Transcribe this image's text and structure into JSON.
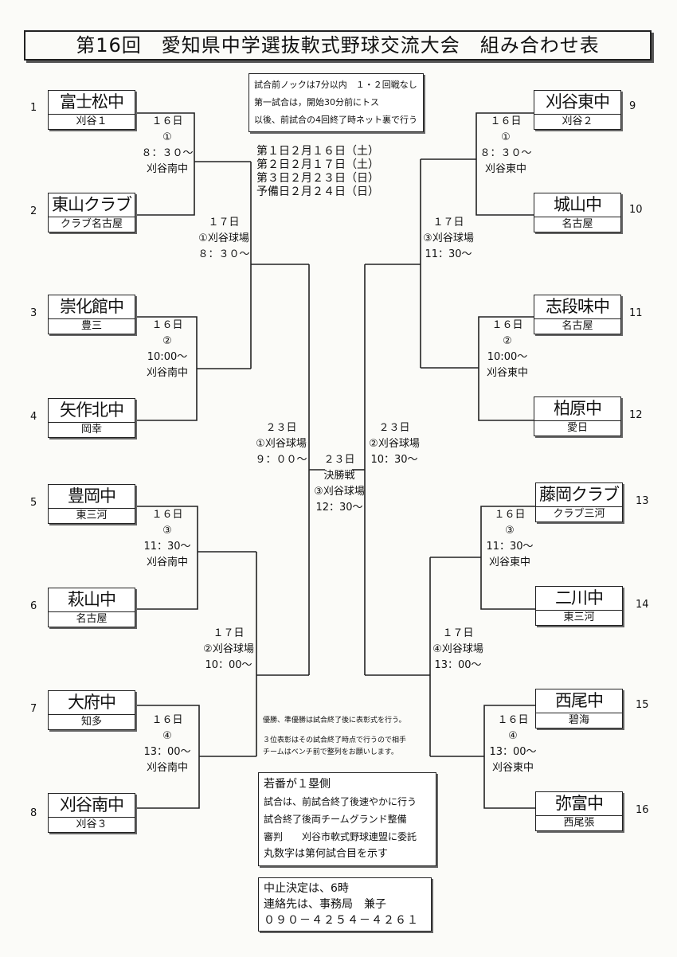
{
  "title": "第16回　愛知県中学選抜軟式野球交流大会　組み合わせ表",
  "info_box": [
    "試合前ノックは7分以内　１・２回戦なし",
    "第一試合は，開始30分前にトス",
    "以後、前試合の4回終了時ネット裏で行う"
  ],
  "schedule": [
    "第１日２月１６日（土）",
    "第２日２月１７日（土）",
    "第３日２月２３日（日）",
    "予備日２月２４日（日）"
  ],
  "teams": [
    {
      "num": "1",
      "name": "富士松中",
      "region": "刈谷１"
    },
    {
      "num": "2",
      "name": "東山クラブ",
      "region": "クラブ名古屋"
    },
    {
      "num": "3",
      "name": "崇化館中",
      "region": "豊三"
    },
    {
      "num": "4",
      "name": "矢作北中",
      "region": "岡幸"
    },
    {
      "num": "5",
      "name": "豊岡中",
      "region": "東三河"
    },
    {
      "num": "6",
      "name": "萩山中",
      "region": "名古屋"
    },
    {
      "num": "7",
      "name": "大府中",
      "region": "知多"
    },
    {
      "num": "8",
      "name": "刈谷南中",
      "region": "刈谷３"
    },
    {
      "num": "9",
      "name": "刈谷東中",
      "region": "刈谷２"
    },
    {
      "num": "10",
      "name": "城山中",
      "region": "名古屋"
    },
    {
      "num": "11",
      "name": "志段味中",
      "region": "名古屋"
    },
    {
      "num": "12",
      "name": "柏原中",
      "region": "愛日"
    },
    {
      "num": "13",
      "name": "藤岡クラブ",
      "region": "クラブ三河"
    },
    {
      "num": "14",
      "name": "二川中",
      "region": "東三河"
    },
    {
      "num": "15",
      "name": "西尾中",
      "region": "碧海"
    },
    {
      "num": "16",
      "name": "弥富中",
      "region": "西尾張"
    }
  ],
  "r1": [
    {
      "day": "１６日",
      "game": "①",
      "time": "８：３０～",
      "venue": "刈谷南中"
    },
    {
      "day": "１６日",
      "game": "②",
      "time": "10:00～",
      "venue": "刈谷南中"
    },
    {
      "day": "１６日",
      "game": "③",
      "time": "11：30～",
      "venue": "刈谷南中"
    },
    {
      "day": "１６日",
      "game": "④",
      "time": "13：00～",
      "venue": "刈谷南中"
    },
    {
      "day": "１６日",
      "game": "①",
      "time": "８：３０～",
      "venue": "刈谷東中"
    },
    {
      "day": "１６日",
      "game": "②",
      "time": "10:00～",
      "venue": "刈谷東中"
    },
    {
      "day": "１６日",
      "game": "③",
      "time": "11：30～",
      "venue": "刈谷東中"
    },
    {
      "day": "１６日",
      "game": "④",
      "time": "13：00～",
      "venue": "刈谷東中"
    }
  ],
  "r2": [
    {
      "day": "１７日",
      "venue": "①刈谷球場",
      "time": "８：３０～"
    },
    {
      "day": "１７日",
      "venue": "②刈谷球場",
      "time": "10：00～"
    },
    {
      "day": "１７日",
      "venue": "③刈谷球場",
      "time": "11：30～"
    },
    {
      "day": "１７日",
      "venue": "④刈谷球場",
      "time": "13：00～"
    }
  ],
  "semi": [
    {
      "day": "２３日",
      "venue": "①刈谷球場",
      "time": "９：００～"
    },
    {
      "day": "２３日",
      "venue": "②刈谷球場",
      "time": "10：30～"
    }
  ],
  "final": {
    "day": "２３日",
    "label": "決勝戦",
    "venue": "③刈谷球場",
    "time": "12：30～"
  },
  "notes": [
    "優勝、準優勝は試合終了後に表彰式を行う。",
    "３位表彰はその試合終了時点で行うので相手",
    "チームはベンチ前で整列をお願いします。"
  ],
  "rules": [
    "若番が１塁側",
    "試合は、前試合終了後速やかに行う",
    "試合終了後両チームグランド整備",
    "審判　　刈谷市軟式野球連盟に委託",
    "丸数字は第何試合目を示す"
  ],
  "contact": [
    "中止決定は、6時",
    "連絡先は、事務局　兼子",
    "０９０－４２５４－４２６１"
  ]
}
